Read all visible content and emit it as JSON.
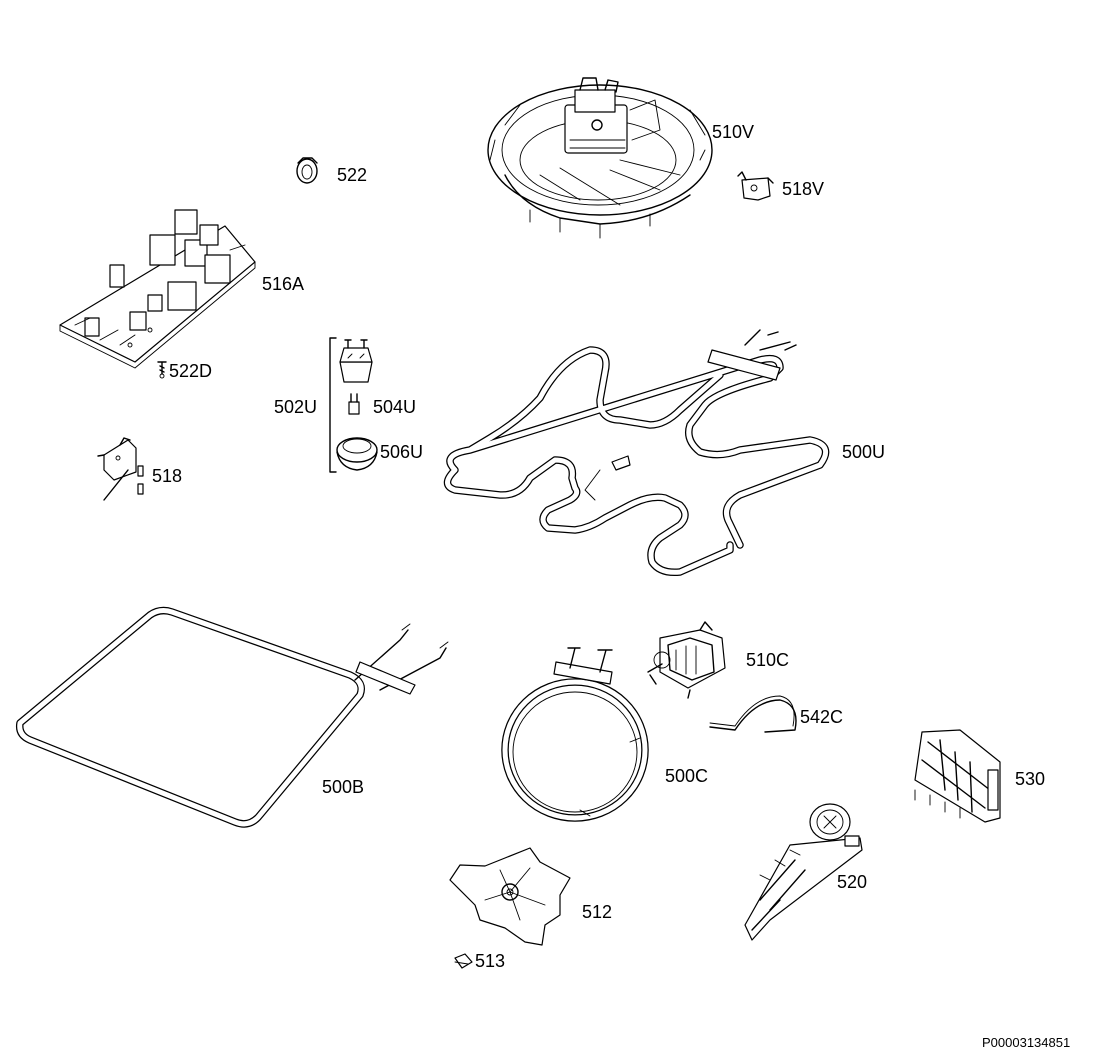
{
  "diagram_ref": "P00003134851",
  "parts": [
    {
      "id": "p510V",
      "label": "510V"
    },
    {
      "id": "p518V",
      "label": "518V"
    },
    {
      "id": "p522",
      "label": "522"
    },
    {
      "id": "p516A",
      "label": "516A"
    },
    {
      "id": "p522D",
      "label": "522D"
    },
    {
      "id": "p502U",
      "label": "502U"
    },
    {
      "id": "p504U",
      "label": "504U"
    },
    {
      "id": "p506U",
      "label": "506U"
    },
    {
      "id": "p500U",
      "label": "500U"
    },
    {
      "id": "p518",
      "label": "518"
    },
    {
      "id": "p510C",
      "label": "510C"
    },
    {
      "id": "p542C",
      "label": "542C"
    },
    {
      "id": "p500B",
      "label": "500B"
    },
    {
      "id": "p500C",
      "label": "500C"
    },
    {
      "id": "p530",
      "label": "530"
    },
    {
      "id": "p520",
      "label": "520"
    },
    {
      "id": "p512",
      "label": "512"
    },
    {
      "id": "p513",
      "label": "513"
    }
  ]
}
